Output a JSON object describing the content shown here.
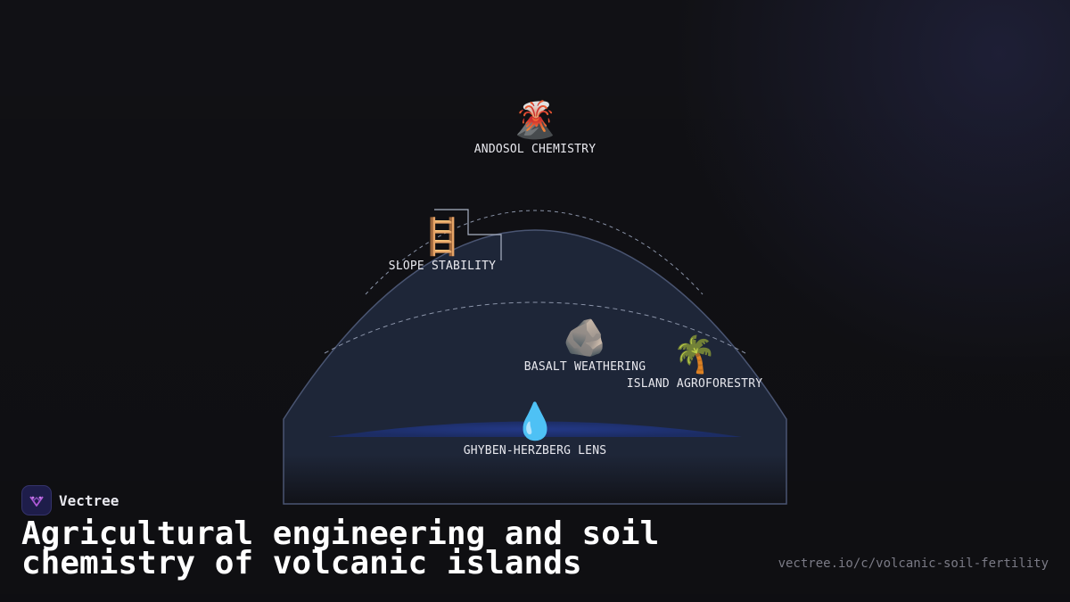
{
  "diagram": {
    "nodes": [
      {
        "id": "andosol",
        "icon": "volcano-icon",
        "emoji": "🌋",
        "label": "ANDOSOL CHEMISTRY"
      },
      {
        "id": "slope",
        "icon": "ladder-icon",
        "emoji": "🪜",
        "label": "SLOPE STABILITY"
      },
      {
        "id": "basalt",
        "icon": "rock-icon",
        "emoji": "🪨",
        "label": "BASALT WEATHERING"
      },
      {
        "id": "agroforestry",
        "icon": "palm-tree-icon",
        "emoji": "🌴",
        "label": "ISLAND AGROFORESTRY"
      },
      {
        "id": "lens",
        "icon": "droplet-icon",
        "emoji": "💧",
        "label": "GHYBEN-HERZBERG LENS"
      }
    ],
    "colors": {
      "island_fill": "#1e2638",
      "island_stroke": "#4a5572",
      "lens_fill": "#1f3377",
      "dashed": "#8a93a8"
    }
  },
  "brand": {
    "name": "Vectree",
    "icon": "vectree-logo-icon"
  },
  "title": "Agricultural engineering and soil chemistry of volcanic islands",
  "url": "vectree.io/c/volcanic-soil-fertility"
}
